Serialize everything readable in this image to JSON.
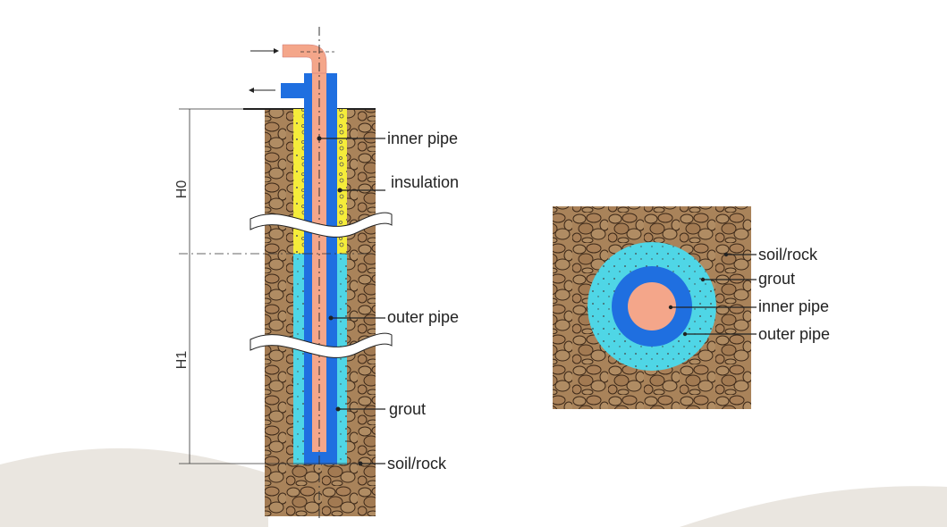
{
  "colors": {
    "soil": "#A9835A",
    "soil_stone_outline": "#3c2818",
    "insulation": "#F5EC3A",
    "grout": "#4FD6E6",
    "outer_pipe": "#1F6FE0",
    "inner_pipe": "#F4A68A",
    "background_wash": "#d8d2c6"
  },
  "vertical_section": {
    "labels": {
      "inner_pipe": "inner pipe",
      "insulation": "insulation",
      "outer_pipe": "outer pipe",
      "grout": "grout",
      "soil_rock": "soil/rock"
    },
    "dimensions": {
      "h0": "H0",
      "h1": "H1"
    }
  },
  "cross_section": {
    "labels": {
      "soil_rock": "soil/rock",
      "grout": "grout",
      "inner_pipe": "inner pipe",
      "outer_pipe": "outer pipe"
    }
  }
}
